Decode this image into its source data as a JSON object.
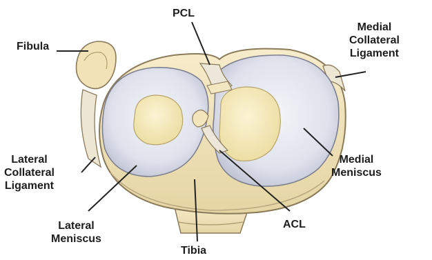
{
  "labels": {
    "pcl": "PCL",
    "fibula": "Fibula",
    "medial_collateral_ligament": [
      "Medial",
      "Collateral",
      "Ligament"
    ],
    "lateral_collateral_ligament": [
      "Lateral",
      "Collateral",
      "Ligament"
    ],
    "medial_meniscus": [
      "Medial",
      "Meniscus"
    ],
    "lateral_meniscus": [
      "Lateral",
      "Meniscus"
    ],
    "acl": "ACL",
    "tibia": "Tibia"
  },
  "colors": {
    "label_text": "#1d1d1d",
    "leader_line": "#222222",
    "tibia_bone": "#f2e6c0",
    "bone_outline": "#8a7a5a",
    "meniscus": "#dde0ea",
    "cartilage": "#f5ebbf",
    "ligament": "#e8e2d2"
  }
}
